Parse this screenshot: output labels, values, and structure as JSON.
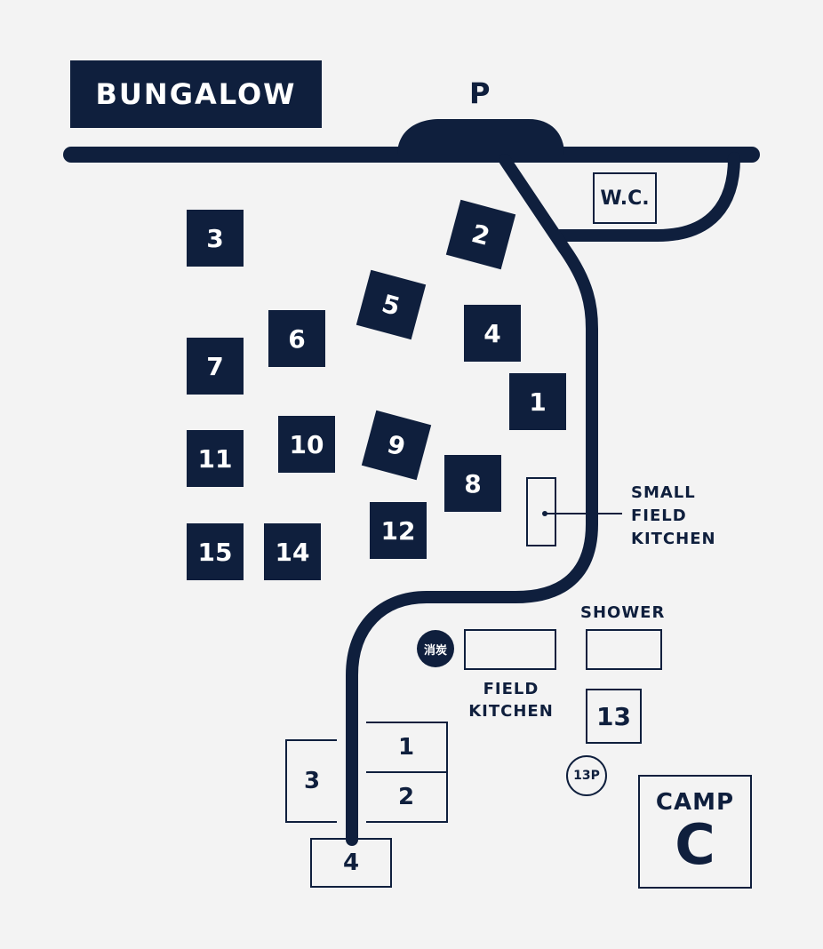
{
  "banner": "BUNGALOW",
  "parking_label": "P",
  "wc_label": "W.C.",
  "bungalow_sites": [
    {
      "id": "site-3",
      "label": "3"
    },
    {
      "id": "site-2",
      "label": "2"
    },
    {
      "id": "site-5",
      "label": "5"
    },
    {
      "id": "site-6",
      "label": "6"
    },
    {
      "id": "site-4",
      "label": "4"
    },
    {
      "id": "site-7",
      "label": "7"
    },
    {
      "id": "site-1",
      "label": "1"
    },
    {
      "id": "site-11",
      "label": "11"
    },
    {
      "id": "site-10",
      "label": "10"
    },
    {
      "id": "site-9",
      "label": "9"
    },
    {
      "id": "site-8",
      "label": "8"
    },
    {
      "id": "site-12",
      "label": "12"
    },
    {
      "id": "site-15",
      "label": "15"
    },
    {
      "id": "site-14",
      "label": "14"
    }
  ],
  "small_field_kitchen": [
    "SMALL",
    "FIELD",
    "KITCHEN"
  ],
  "shower_label": "SHOWER",
  "charcoal_label": "消炭",
  "field_kitchen": [
    "FIELD",
    "KITCHEN"
  ],
  "site_13_label": "13",
  "parking_13_label": "13P",
  "lower_sites": {
    "one": "1",
    "two": "2",
    "three": "3",
    "four": "4"
  },
  "camp": {
    "word": "CAMP",
    "letter": "C"
  }
}
